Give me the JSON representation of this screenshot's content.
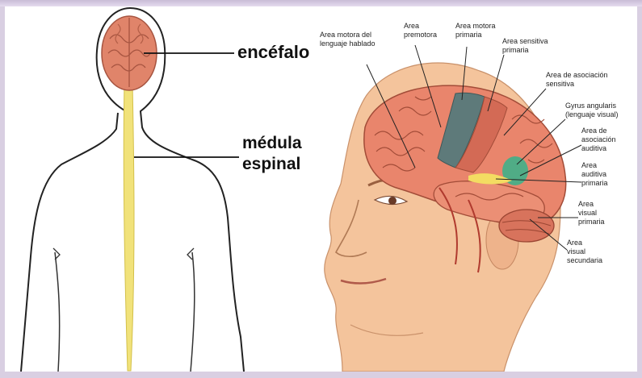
{
  "left_figure": {
    "labels": {
      "brain": "encéfalo",
      "cord_line1": "médula",
      "cord_line2": "espinal"
    },
    "colors": {
      "brain": "#e0846a",
      "spinal_cord": "#f1e27a",
      "outline": "#222222"
    }
  },
  "right_figure": {
    "labels": [
      {
        "id": "motor-speech",
        "lines": [
          "Area motora del",
          "lenguaje hablado"
        ]
      },
      {
        "id": "premotor",
        "lines": [
          "Area",
          "premotora"
        ]
      },
      {
        "id": "primary-motor",
        "lines": [
          "Area motora",
          "primaria"
        ]
      },
      {
        "id": "primary-sensory",
        "lines": [
          "Area sensitiva",
          "primaria"
        ]
      },
      {
        "id": "sensory-association",
        "lines": [
          "Area de asociación",
          "sensitiva"
        ]
      },
      {
        "id": "angular-gyrus",
        "lines": [
          "Gyrus angularis",
          "(lenguaje visual)"
        ]
      },
      {
        "id": "auditory-association",
        "lines": [
          "Area de",
          "asociación",
          "auditiva"
        ]
      },
      {
        "id": "primary-auditory",
        "lines": [
          "Area",
          "auditiva",
          "primaria"
        ]
      },
      {
        "id": "primary-visual",
        "lines": [
          "Area",
          "visual",
          "primaria"
        ]
      },
      {
        "id": "secondary-visual",
        "lines": [
          "Area",
          "visual",
          "secundaria"
        ]
      }
    ],
    "colors": {
      "skin": "#f4c49c",
      "brain": "#e9856c",
      "motor_strip": "#5e7a7a",
      "auditory_highlight": "#f3dc62",
      "angular_highlight": "#3fb08a"
    }
  }
}
